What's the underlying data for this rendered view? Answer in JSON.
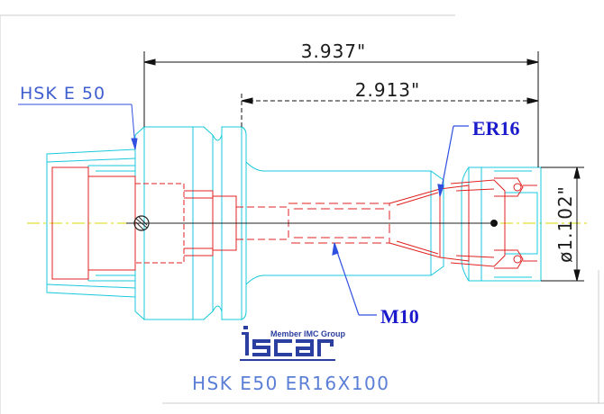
{
  "drawing": {
    "overall_length": "3.937\"",
    "gauge_length": "2.913\"",
    "diameter": "ø1.102\"",
    "left_label": "HSK E 50",
    "callout_collet": "ER16",
    "callout_thread": "M10",
    "logo_tagline": "Member IMC Group",
    "logo_wordmark": "iscar",
    "title": "HSK E50 ER16X100"
  },
  "colors": {
    "holder": "#19c8dc",
    "internal": "#e02020",
    "dimension": "#111111",
    "centerline": "#d8d800",
    "callout": "#1a1acc",
    "leader": "#3050e0"
  }
}
